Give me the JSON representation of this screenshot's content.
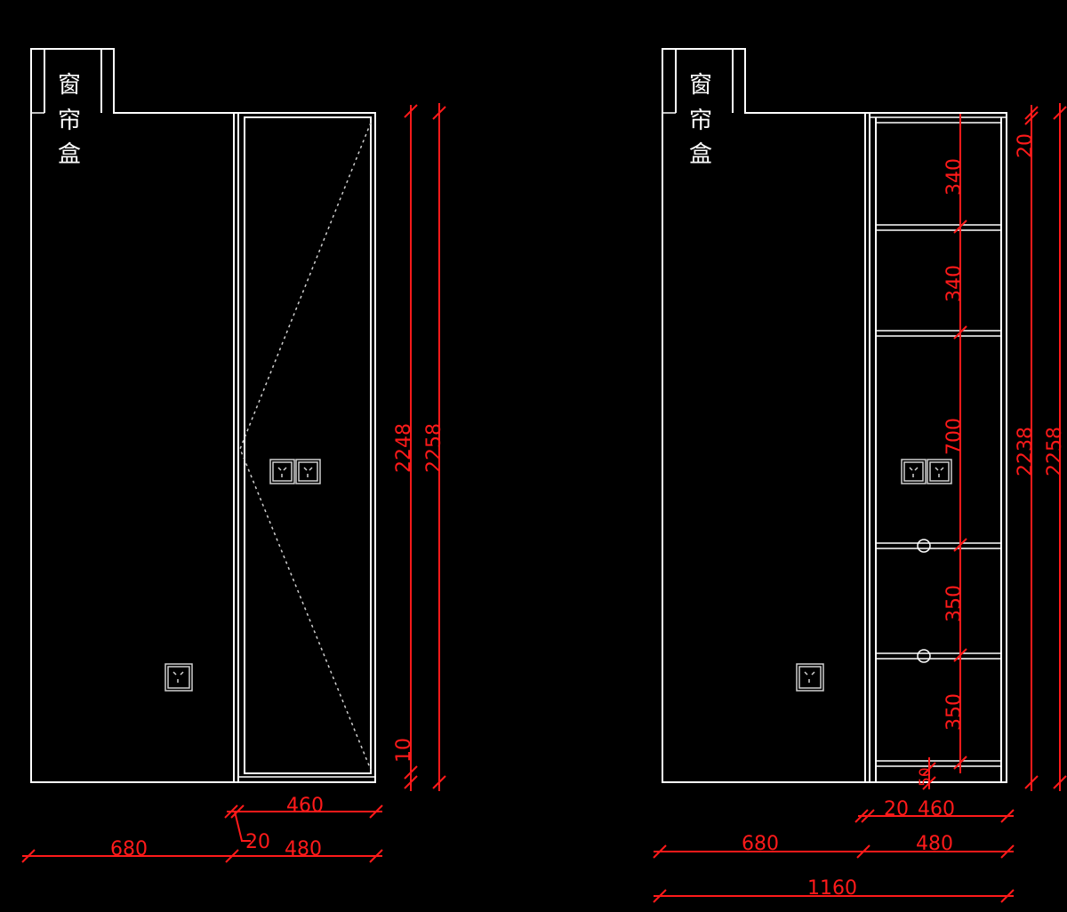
{
  "label_curtain_box": [
    "窗",
    "帘",
    "盒"
  ],
  "left_view": {
    "dims": {
      "h_total_a": "2248",
      "h_total_b": "2258",
      "bottom_gap": "10",
      "w_inner": "460",
      "w_outer": "480",
      "w_left": "680",
      "w_side": "20"
    }
  },
  "right_view": {
    "dims": {
      "top_20": "20",
      "shelf_1": "340",
      "shelf_2": "340",
      "shelf_3": "700",
      "shelf_4": "350",
      "shelf_5": "350",
      "base": "50",
      "h_inner": "2238",
      "h_total": "2258",
      "w_side": "20",
      "w_inner": "460",
      "w_left": "680",
      "w_outer": "480",
      "w_total": "1160"
    }
  }
}
